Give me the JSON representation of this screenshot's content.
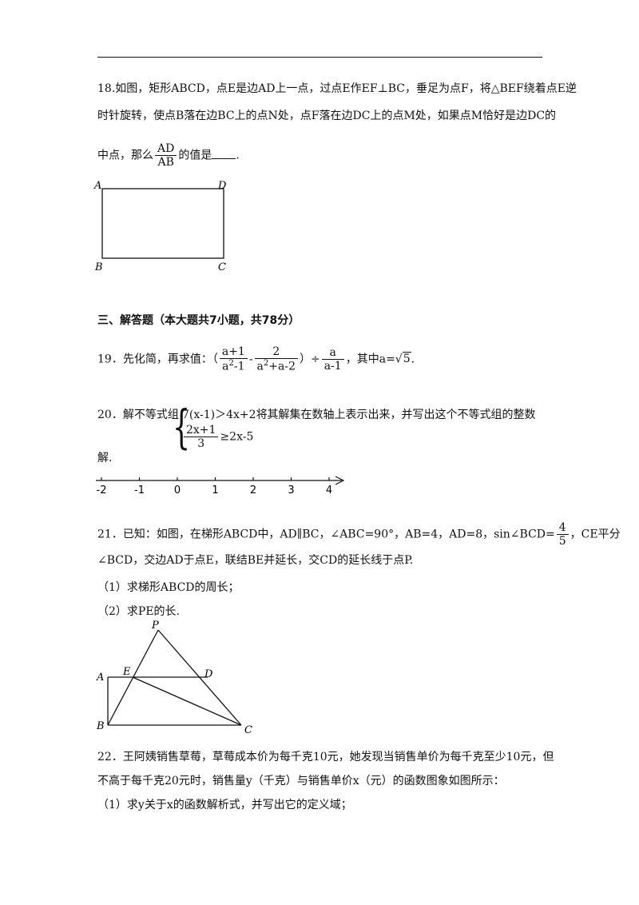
{
  "q18": {
    "line1": "18.如图，矩形ABCD，点E是边AD上一点，过点E作EF⊥BC，垂足为点F，将△BEF绕着点E逆",
    "line2": "时针旋转，使点B落在边BC上的点N处，点F落在边DC上的点M处，如果点M恰好是边DC的",
    "line3_prefix": "中点，那么",
    "frac_num": "AD",
    "frac_den": "AB",
    "line3_suffix": "的值是",
    "line3_end": ".",
    "labels": {
      "A": "A",
      "B": "B",
      "C": "C",
      "D": "D"
    }
  },
  "section3": {
    "title": "三、解答题（本大题共7小题，共78分）"
  },
  "q19": {
    "prefix": "19．先化简，再求值：（",
    "f1_num": "a+1",
    "f1_den_base": "a",
    "f1_den_exp": "2",
    "f1_den_rest": "-1",
    "minus": "-",
    "f2_num": "2",
    "f2_den_base": "a",
    "f2_den_exp": "2",
    "f2_den_rest": "+a-2",
    "close_div": "）÷",
    "f3_num": "a",
    "f3_den": "a-1",
    "suffix_pre": "，其中a=",
    "sqrt_sym": "√",
    "sqrt_val": "5",
    "suffix_end": "."
  },
  "q20": {
    "prefix": "20．解不等式组",
    "ineq1": "7(x-1)＞4x+2",
    "after_text": "将其解集在数轴上表示出来，并写出这个不等式组的整数",
    "ineq2_num": "2x+1",
    "ineq2_den": "3",
    "ineq2_rest": "≥2x-5",
    "line2": "解.",
    "axis_ticks": [
      "-2",
      "-1",
      "0",
      "1",
      "2",
      "3",
      "4"
    ]
  },
  "q21": {
    "line1_prefix": "21．已知：如图，在梯形ABCD中，AD∥BC，∠ABC=90°，AB=4，AD=8，sin∠BCD=",
    "frac_num": "4",
    "frac_den": "5",
    "line1_suffix": "，CE平分",
    "line2": "∠BCD，交边AD于点E，联结BE并延长，交CD的延长线于点P.",
    "sub1": "（1）求梯形ABCD的周长；",
    "sub2": "（2）求PE的长.",
    "labels": {
      "P": "P",
      "A": "A",
      "E": "E",
      "D": "D",
      "B": "B",
      "C": "C"
    }
  },
  "q22": {
    "line1": "22．王阿姨销售草莓，草莓成本价为每千克10元，她发现当销售单价为每千克至少10元，但",
    "line2": "不高于每千克20元时，销售量y（千克）与销售单价x（元）的函数图象如图所示：",
    "sub1": "（1）求y关于x的函数解析式，并写出它的定义域；"
  }
}
